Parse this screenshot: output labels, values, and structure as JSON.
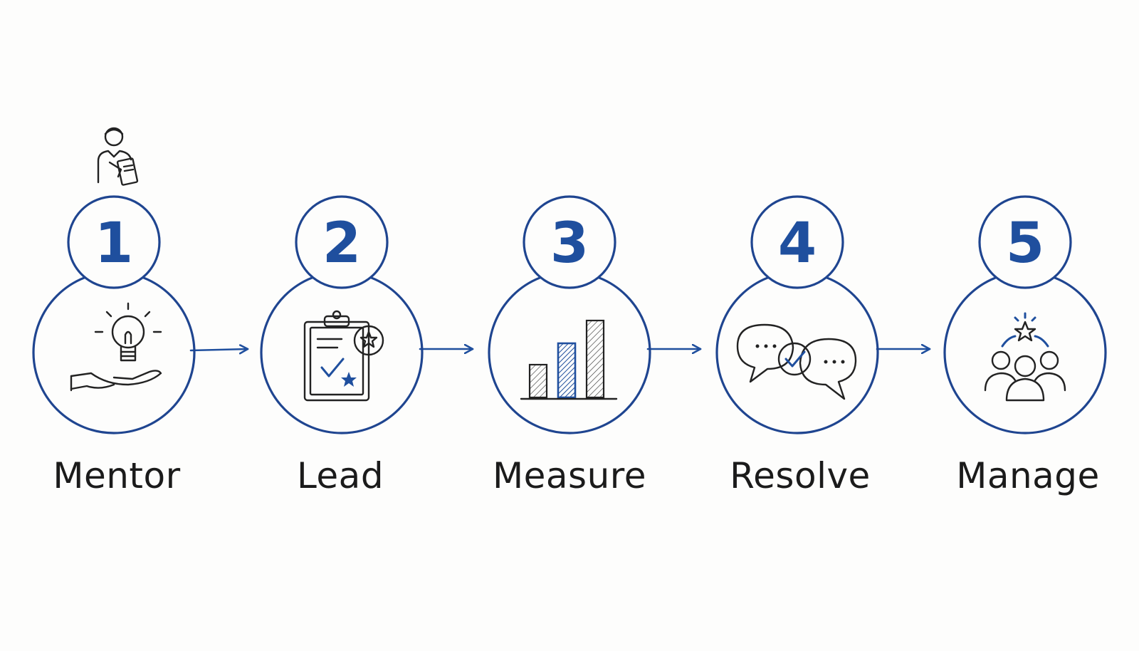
{
  "diagram": {
    "steps": [
      {
        "number": "1",
        "label": "Mentor",
        "icon": "lightbulb-hand-icon"
      },
      {
        "number": "2",
        "label": "Lead",
        "icon": "clipboard-check-icon"
      },
      {
        "number": "3",
        "label": "Measure",
        "icon": "bar-chart-icon"
      },
      {
        "number": "4",
        "label": "Resolve",
        "icon": "speech-bubbles-check-icon"
      },
      {
        "number": "5",
        "label": "Manage",
        "icon": "team-star-icon"
      }
    ],
    "top_icon": "person-clipboard-icon",
    "colors": {
      "accent": "#1f4f9e",
      "ink": "#1b1b1b",
      "background": "#fdfdfc"
    }
  }
}
